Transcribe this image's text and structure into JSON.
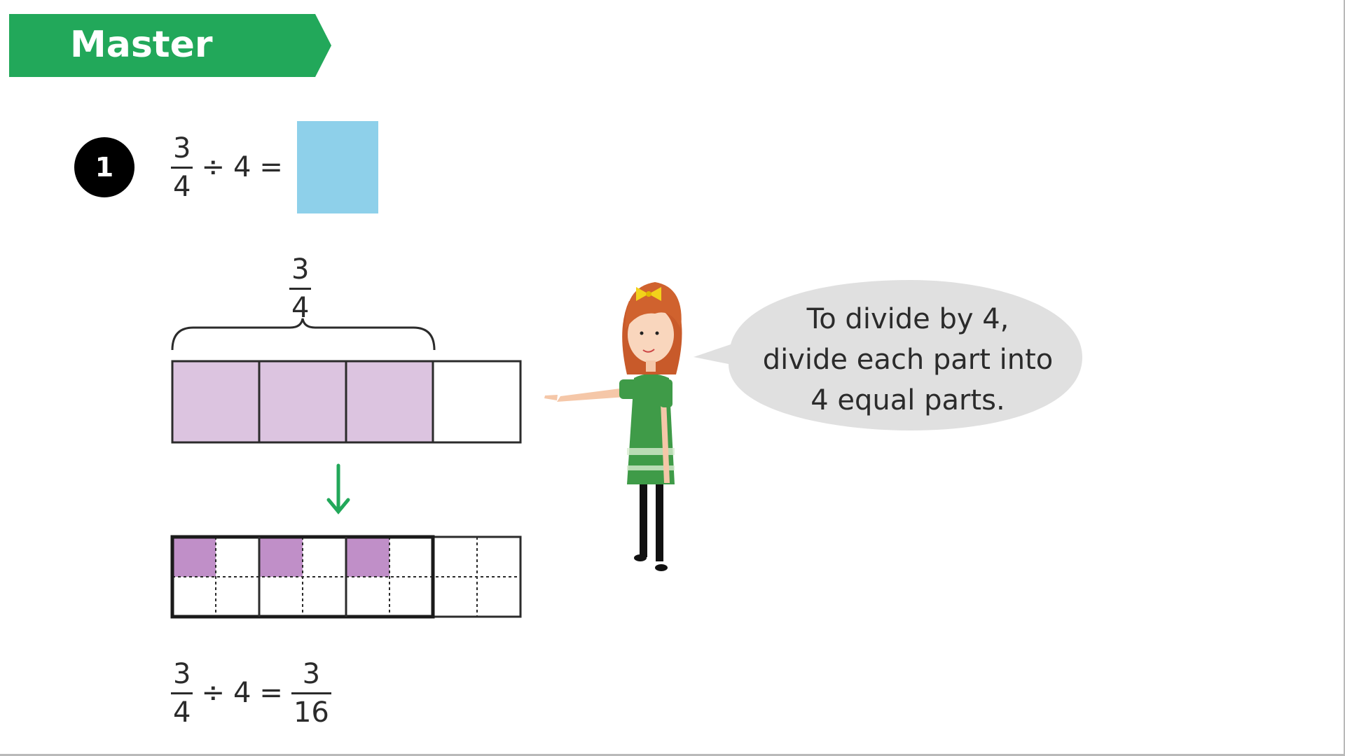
{
  "banner": {
    "label": "Master",
    "color": "#22a85a"
  },
  "question": {
    "number": "1",
    "equation": {
      "dividend_numerator": "3",
      "dividend_denominator": "4",
      "operator": "÷",
      "divisor": "4",
      "equals": "="
    }
  },
  "answer_box_color": "#8ed0ea",
  "bar_model": {
    "brace_numerator": "3",
    "brace_denominator": "4",
    "top_bar": {
      "parts": 4,
      "shaded": 3,
      "shade_color": "#dcc4e0"
    },
    "bottom_bar": {
      "parts": 4,
      "subparts": 4,
      "shaded_subparts_per_part": 1,
      "shaded_parts": 3,
      "shade_color": "#c08fc8"
    },
    "arrow_color": "#22a85a"
  },
  "result_equation": {
    "dividend_numerator": "3",
    "dividend_denominator": "4",
    "operator": "÷",
    "divisor": "4",
    "equals": "=",
    "result_numerator": "3",
    "result_denominator": "16"
  },
  "speech_bubble": {
    "line1": "To divide by 4,",
    "line2": "divide each part into",
    "line3": "4 equal parts."
  }
}
